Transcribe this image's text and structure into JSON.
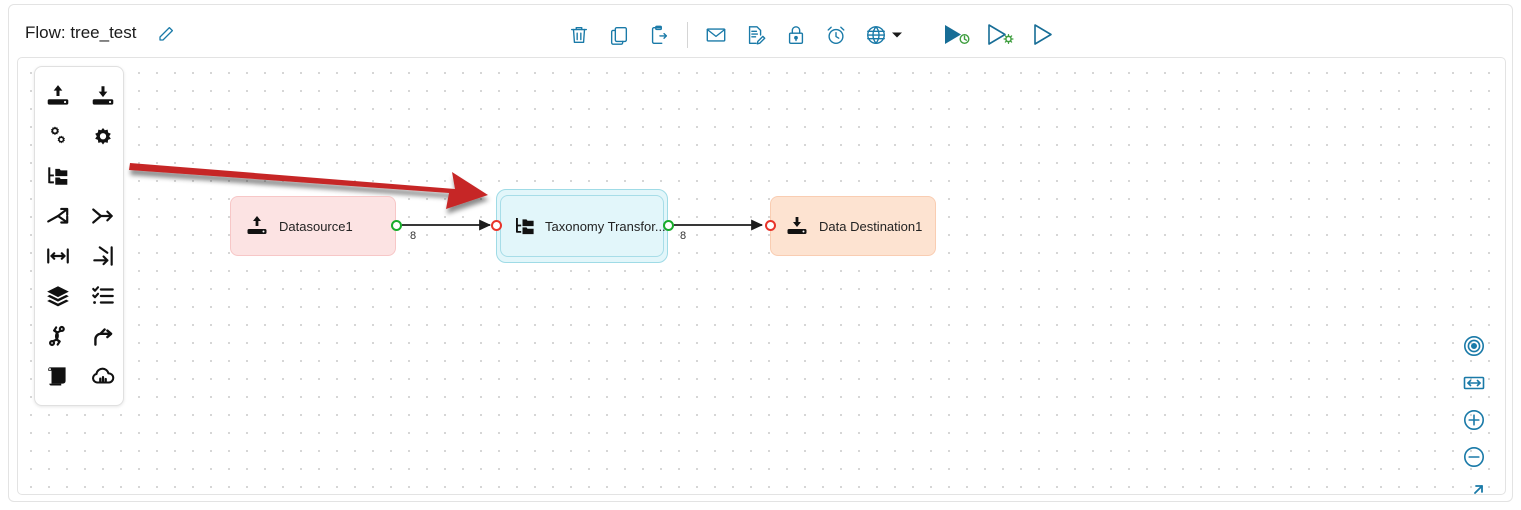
{
  "header": {
    "flow_title": "Flow: tree_test",
    "edit_icon": "pencil-edit-icon",
    "toolbar": [
      {
        "name": "delete-button",
        "icon": "trash-icon",
        "title": "Delete"
      },
      {
        "name": "copy-button",
        "icon": "copy-icon",
        "title": "Copy"
      },
      {
        "name": "paste-export-button",
        "icon": "clipboard-export-icon",
        "title": "Paste"
      },
      {
        "name": "mail-button",
        "icon": "envelope-icon",
        "title": "Email"
      },
      {
        "name": "edit-document-button",
        "icon": "document-edit-icon",
        "title": "Edit Notes"
      },
      {
        "name": "lock-button",
        "icon": "lock-icon",
        "title": "Lock"
      },
      {
        "name": "schedule-button",
        "icon": "alarm-clock-icon",
        "title": "Schedule"
      },
      {
        "name": "globe-button",
        "icon": "globe-icon",
        "title": "Environment"
      }
    ],
    "globe_caret": "chevron-down-icon",
    "run_buttons": [
      {
        "name": "run-button",
        "icon": "play-filled-icon",
        "badge": "clock-badge",
        "title": "Run"
      },
      {
        "name": "run-config-button",
        "icon": "play-outline-icon",
        "badge": "gear-badge",
        "title": "Run with settings"
      },
      {
        "name": "run-plain-button",
        "icon": "play-outline-plain-icon",
        "badge": "",
        "title": "Run step"
      }
    ]
  },
  "palette": {
    "items": [
      {
        "name": "palette-item-import",
        "icon": "upload-icon"
      },
      {
        "name": "palette-item-export",
        "icon": "download-icon"
      },
      {
        "name": "palette-item-multi-settings",
        "icon": "gears-icon"
      },
      {
        "name": "palette-item-settings",
        "icon": "gear-icon"
      },
      {
        "name": "palette-item-taxonomy",
        "icon": "tree-folder-icon"
      },
      {
        "name": "palette-item-blank",
        "icon": ""
      },
      {
        "name": "palette-item-split",
        "icon": "split-arrows-icon"
      },
      {
        "name": "palette-item-merge",
        "icon": "merge-arrows-icon"
      },
      {
        "name": "palette-item-range",
        "icon": "width-arrows-icon"
      },
      {
        "name": "palette-item-arrow-to-bar",
        "icon": "arrow-to-bar-icon"
      },
      {
        "name": "palette-item-layers",
        "icon": "layers-icon"
      },
      {
        "name": "palette-item-checklist",
        "icon": "checklist-icon"
      },
      {
        "name": "palette-item-loop",
        "icon": "cycle-arrows-icon"
      },
      {
        "name": "palette-item-branch",
        "icon": "branch-arrow-icon"
      },
      {
        "name": "palette-item-script",
        "icon": "script-icon"
      },
      {
        "name": "palette-item-cloud",
        "icon": "cloud-data-icon"
      }
    ]
  },
  "canvas": {
    "nodes": [
      {
        "id": "datasource",
        "label": "Datasource1",
        "icon": "upload-icon",
        "fill": "#fce3e3",
        "border": "#f7c7c7",
        "selected": false
      },
      {
        "id": "taxonomy",
        "label": "Taxonomy Transfor...",
        "icon": "tree-folder-icon",
        "fill": "#e2f6fa",
        "border": "#9fdbe6",
        "selected": true
      },
      {
        "id": "destination",
        "label": "Data Destination1",
        "icon": "download-icon",
        "fill": "#fde3d1",
        "border": "#f9cdb2",
        "selected": false
      }
    ],
    "edges": [
      {
        "from": "datasource",
        "to": "taxonomy",
        "label": "8"
      },
      {
        "from": "taxonomy",
        "to": "destination",
        "label": "8"
      }
    ],
    "annotation": {
      "type": "arrow",
      "color": "#c62828",
      "points_to": "taxonomy"
    }
  },
  "map_controls": [
    {
      "name": "fit-center-button",
      "icon": "target-icon"
    },
    {
      "name": "fit-width-button",
      "icon": "fit-width-icon"
    },
    {
      "name": "zoom-in-button",
      "icon": "plus-circle-icon"
    },
    {
      "name": "zoom-out-button",
      "icon": "minus-circle-icon"
    },
    {
      "name": "fullscreen-button",
      "icon": "expand-diagonal-icon"
    }
  ],
  "colors": {
    "accent": "#1a7aa8",
    "port_out": "#17ab2a",
    "port_in": "#e8342a",
    "annotation": "#c62828"
  }
}
